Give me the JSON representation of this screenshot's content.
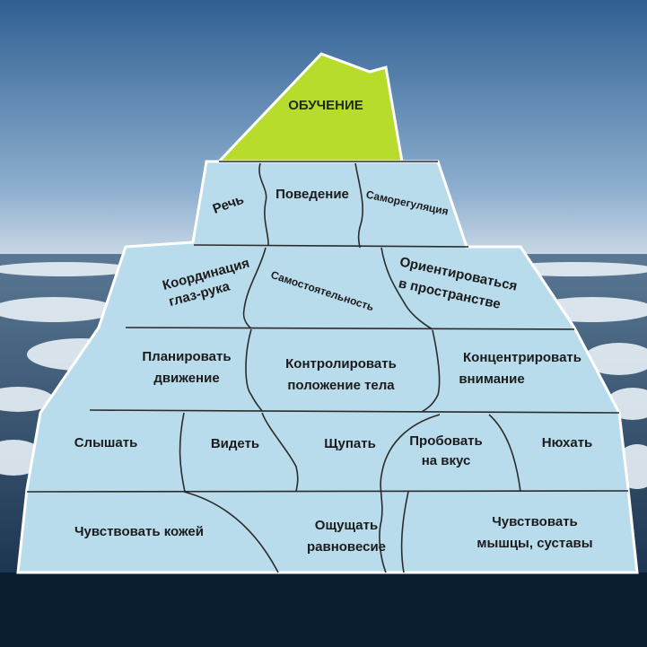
{
  "iceberg": {
    "tip": "ОБУЧЕНИЕ",
    "row1": {
      "speech": "Речь",
      "behavior": "Поведение",
      "self_regulation": "Саморегуляция"
    },
    "row2": {
      "coordination_line1": "Координация",
      "coordination_line2": "глаз-рука",
      "independence": "Самостоятельность",
      "orientation_line1": "Ориентироваться",
      "orientation_line2": "в пространстве"
    },
    "row3": {
      "plan_line1": "Планировать",
      "plan_line2": "движение",
      "control_line1": "Контролировать",
      "control_line2": "положение тела",
      "focus_line1": "Концентрировать",
      "focus_line2": "внимание"
    },
    "row4": {
      "hear": "Слышать",
      "see": "Видеть",
      "touch": "Щупать",
      "taste_line1": "Пробовать",
      "taste_line2": "на вкус",
      "smell": "Нюхать"
    },
    "row5": {
      "skin_line1": "Чувствовать кожей",
      "balance_line1": "Ощущать",
      "balance_line2": "равновесие",
      "muscles_line1": "Чувствовать",
      "muscles_line2": "мышцы, суставы"
    }
  },
  "colors": {
    "sky_top": "#3f6e9e",
    "sky_bottom": "#b9cde0",
    "sea": "#1f3c5c",
    "ice_block": "#b9dcec",
    "tip": "#b7dc2b",
    "deep_water": "#0c1f33"
  }
}
